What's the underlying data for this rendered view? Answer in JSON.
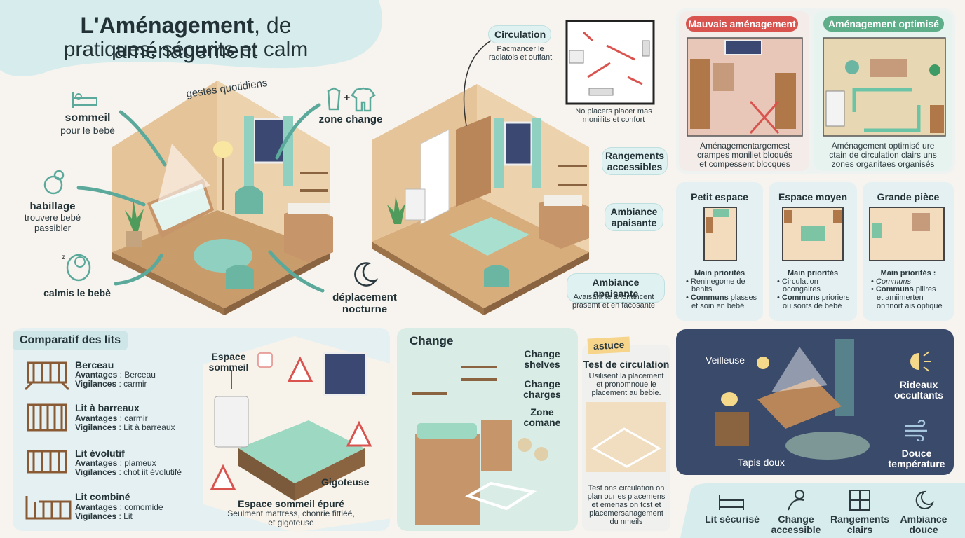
{
  "header": {
    "title_strong": "L'Aménagement",
    "title_rest": ", de aménagement",
    "title_line2": "pratiques, sécurits et calm"
  },
  "scene1": {
    "arc_label": "gestes quotidiens",
    "sommeil": {
      "title": "sommeil",
      "sub": "pour le bebé"
    },
    "zone_change": "zone change",
    "habillage": {
      "title": "habillage",
      "sub1": "trouvere bebé",
      "sub2": "passibler"
    },
    "calm": "calmis le bebè",
    "deplacement": {
      "l1": "déplacement",
      "l2": "nocturne"
    }
  },
  "scene2": {
    "circulation": "Circulation",
    "circulation_sub1": "Pacmancer le",
    "circulation_sub2": "radiatois et ouffant",
    "plan_caption1": "No placers placer mas",
    "plan_caption2": "moniilits et confort",
    "rangements1": "Rangements",
    "rangements2": "accessibles",
    "ambiance_a1": "Ambiance",
    "ambiance_a2": "apaisante",
    "ambiance_b": "Ambiance apaisante",
    "ambiance_b_sub1": "Avaisant te anonancent",
    "ambiance_b_sub2": "prasemt et en facosante"
  },
  "compare": {
    "bad": {
      "title": "Mauvais aménagement",
      "l1": "Aménagementargemest",
      "l2": "crampes moniliet bloqués",
      "l3": "et compessent blocques"
    },
    "good": {
      "title": "Aménagement optimisé",
      "l1": "Aménagement optimisé ure",
      "l2": "ctain de circulation clairs uns",
      "l3": "zones organitaes organisés"
    }
  },
  "sizes": [
    {
      "title": "Petit espace",
      "head": "Main priorités",
      "b1a": "Reninegome de",
      "b1b": "benits",
      "b2s": "Communs",
      "b2r": " plasses",
      "b2c": "et soin en bebé"
    },
    {
      "title": "Espace moyen",
      "head": "Main priorités",
      "b1a": "Circulation",
      "b1b": "ocongaires",
      "b2s": "Communs",
      "b2r": " prioriers",
      "b2c": "ou sonts de bebé"
    },
    {
      "title": "Grande pièce",
      "head": "Main priorités :",
      "b1a": "Communs",
      "b1b": "",
      "b2s": "Communs",
      "b2r": " pillres",
      "b2c": "et amiimerten",
      "b2d": "onnnort ais optique"
    }
  ],
  "beds": {
    "title": "Comparatif des lits",
    "adv": "Avantages",
    "vig": "Vigilances",
    "items": [
      {
        "name": "Berceau",
        "a": " : Berceau",
        "v": " : carmir"
      },
      {
        "name": "Lit à barreaux",
        "a": " : carmir",
        "v": " : Lit à barreaux"
      },
      {
        "name": "Lit évolutif",
        "a": " : plameux",
        "v": " : chot iit évolutifé"
      },
      {
        "name": "Lit combiné",
        "a": " : comomide",
        "v": " : Lit"
      }
    ],
    "espace1": "Espace",
    "espace2": "sommeil",
    "gigoteuse": "Gigoteuse",
    "epure": "Espace sommeil épuré",
    "epure_sub1": "Seulment mattress, chonrie fittiéé,",
    "epure_sub2": "et gigoteuse"
  },
  "change": {
    "title": "Change",
    "shelves1": "Change",
    "shelves2": "shelves",
    "charges1": "Change",
    "charges2": "charges",
    "zone1": "Zone",
    "zone2": "comane"
  },
  "astuce": {
    "tag": "astuce",
    "title": "Test de circulation",
    "s1": "Usilisent la placement",
    "s2": "et pronomnoue le",
    "s3": "placement au bebie.",
    "b1": "Test ons circulation on",
    "b2": "plan our es placemens",
    "b3": "et emenas on tcst et",
    "b4": "placemersanagement",
    "b5": "du nmeils"
  },
  "night": {
    "veilleuse": "Veilleuse",
    "rideaux1": "Rideaux",
    "rideaux2": "occultants",
    "douce1": "Douce",
    "douce2": "température",
    "tapis": "Tapis doux"
  },
  "bottom": [
    {
      "l1": "Lit sécurisé",
      "l2": "",
      "icon": "bed-icon"
    },
    {
      "l1": "Change",
      "l2": "accessible",
      "icon": "baby-icon"
    },
    {
      "l1": "Rangements",
      "l2": "clairs",
      "icon": "cabinet-icon"
    },
    {
      "l1": "Ambiance",
      "l2": "douce",
      "icon": "moon-icon"
    }
  ],
  "colors": {
    "teal": "#5aa99b",
    "red": "#d9534f",
    "green": "#5fae8a",
    "night": "#3a4a6b",
    "panel": "#e4f2f3"
  }
}
